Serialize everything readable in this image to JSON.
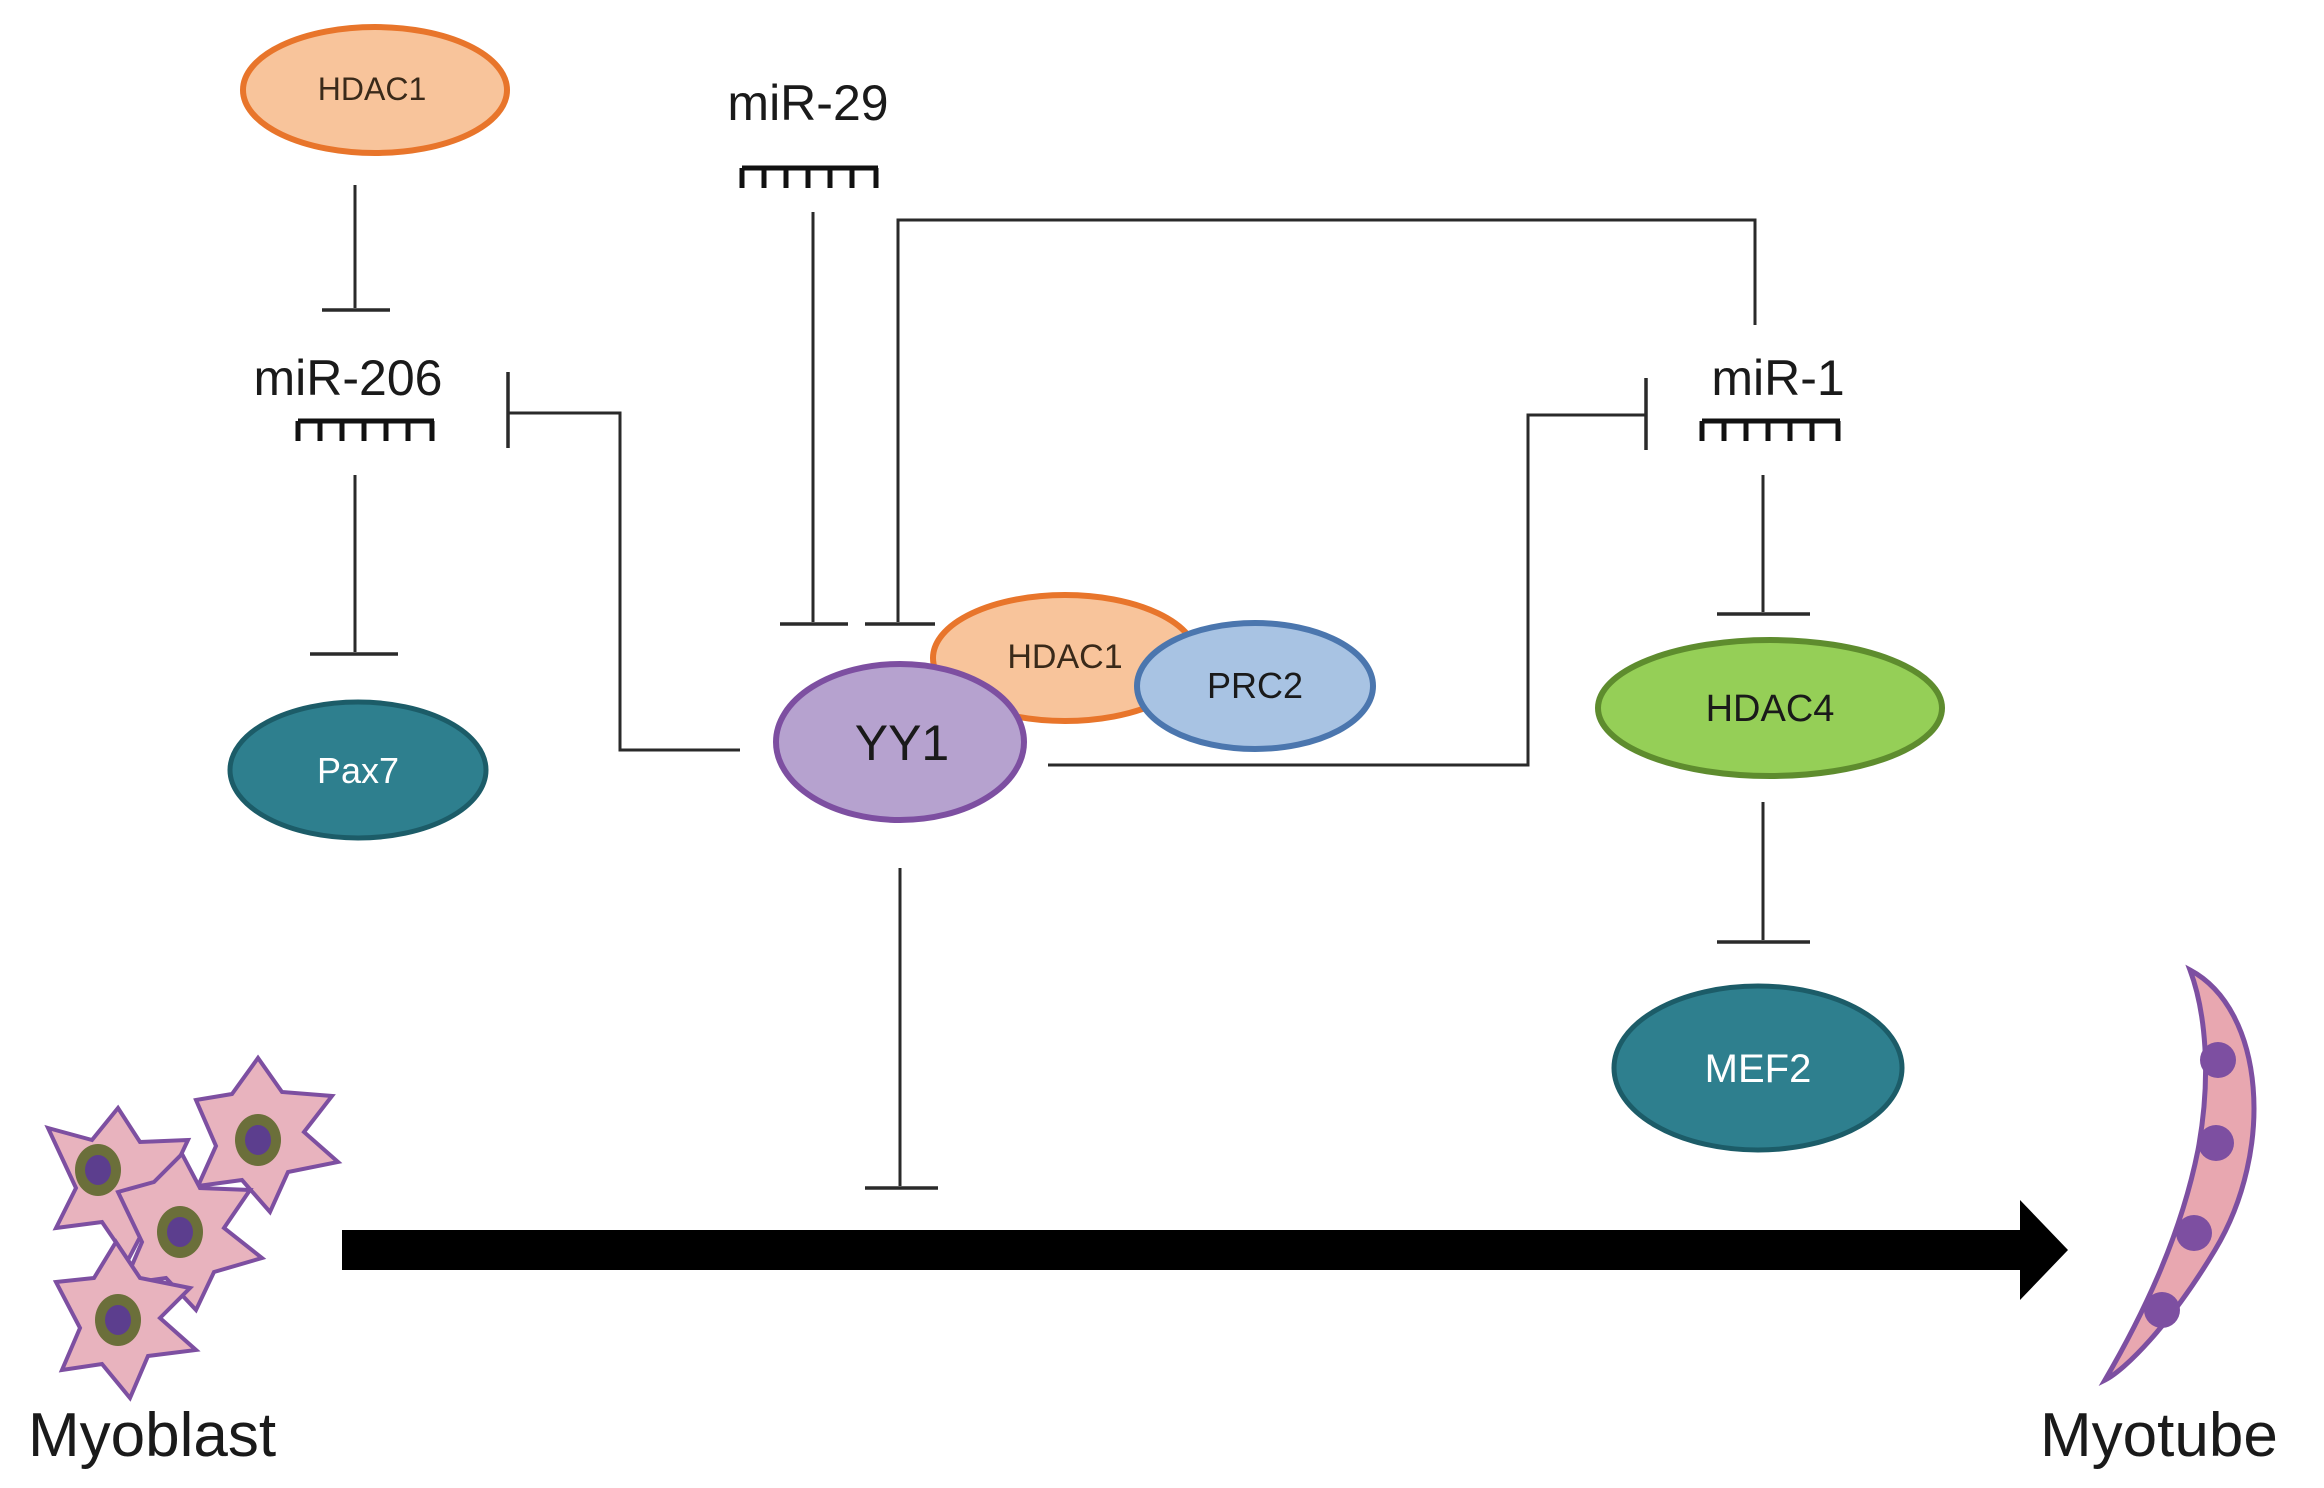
{
  "diagram": {
    "nodes": {
      "hdac1_top": {
        "label": "HDAC1",
        "fill": "#F8C49B",
        "stroke": "#E8752B",
        "text_color": "#3a2a1a"
      },
      "pax7": {
        "label": "Pax7",
        "fill": "#2E7F8E",
        "stroke": "#1C5C68",
        "text_color": "#ffffff"
      },
      "yy1": {
        "label": "YY1",
        "fill": "#B6A2CF",
        "stroke": "#7D4FA1",
        "text_color": "#1a1a1a"
      },
      "hdac1_complex": {
        "label": "HDAC1",
        "fill": "#F8C49B",
        "stroke": "#E8752B",
        "text_color": "#3a2a1a"
      },
      "prc2": {
        "label": "PRC2",
        "fill": "#A8C3E3",
        "stroke": "#4B76AE",
        "text_color": "#1a1a1a"
      },
      "hdac4": {
        "label": "HDAC4",
        "fill": "#95CF57",
        "stroke": "#5E8C2E",
        "text_color": "#1a1a1a"
      },
      "mef2": {
        "label": "MEF2",
        "fill": "#2E7F8E",
        "stroke": "#1C5C68",
        "text_color": "#ffffff"
      }
    },
    "mirnas": {
      "mir29": {
        "label": "miR-29"
      },
      "mir206": {
        "label": "miR-206"
      },
      "mir1": {
        "label": "miR-1"
      }
    },
    "cells": {
      "myoblast": {
        "label": "Myoblast",
        "cell_fill": "#E8B3BE",
        "cell_stroke": "#7D4FA1",
        "nucleus_fill": "#6B6F3A",
        "nucleus_core": "#5C3E8E"
      },
      "myotube": {
        "label": "Myotube",
        "cell_fill": "#E8A7B0",
        "cell_stroke": "#7D4FA1",
        "nucleus_fill": "#7D4FA1"
      }
    },
    "edges": [
      {
        "from": "HDAC1",
        "to": "miR-206",
        "type": "inhibition"
      },
      {
        "from": "miR-206",
        "to": "Pax7",
        "type": "inhibition"
      },
      {
        "from": "YY1",
        "to": "miR-206",
        "type": "inhibition"
      },
      {
        "from": "miR-29",
        "to": "YY1",
        "type": "inhibition"
      },
      {
        "from": "miR-1",
        "to": "YY1",
        "type": "inhibition"
      },
      {
        "from": "YY1",
        "to": "miR-1",
        "type": "inhibition"
      },
      {
        "from": "miR-1",
        "to": "HDAC4",
        "type": "inhibition"
      },
      {
        "from": "HDAC4",
        "to": "MEF2",
        "type": "inhibition"
      },
      {
        "from": "YY1",
        "to": "Myoblast to Myotube differentiation",
        "type": "inhibition"
      }
    ],
    "colors": {
      "line": "#2a2a2a",
      "arrow": "#000000"
    }
  }
}
